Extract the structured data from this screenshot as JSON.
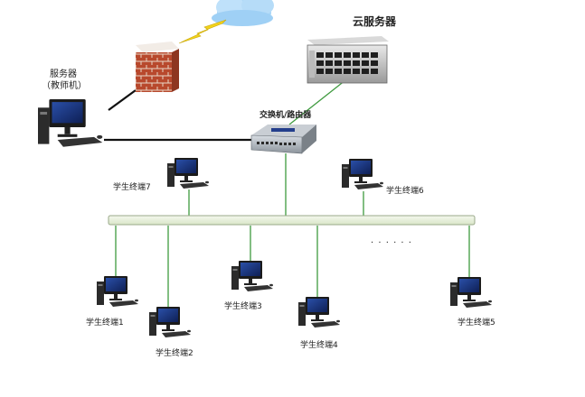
{
  "labels": {
    "cloud_server": "云服务器",
    "teacher_server_line1": "服务器",
    "teacher_server_line2": "（教师机）",
    "switch_router": "交换机/路由器",
    "terminal1": "学生终端1",
    "terminal2": "学生终端2",
    "terminal3": "学生终端3",
    "terminal4": "学生终端4",
    "terminal5": "学生终端5",
    "terminal6": "学生终端6",
    "terminal7": "学生终端7",
    "ellipsis": "· · · · · ·"
  },
  "colors": {
    "link_green": "#3f9a3f",
    "link_black": "#111111",
    "bus_fill": "#e6f0d8",
    "bus_stroke": "#9aa88a",
    "cloud": "#9fd0f5",
    "lightning": "#f2d21b",
    "firewall_brick": "#b5472c"
  },
  "icons": [
    "cloud-icon",
    "lightning-icon",
    "firewall-icon",
    "rack-server-icon",
    "network-switch-icon",
    "workstation-icon"
  ]
}
